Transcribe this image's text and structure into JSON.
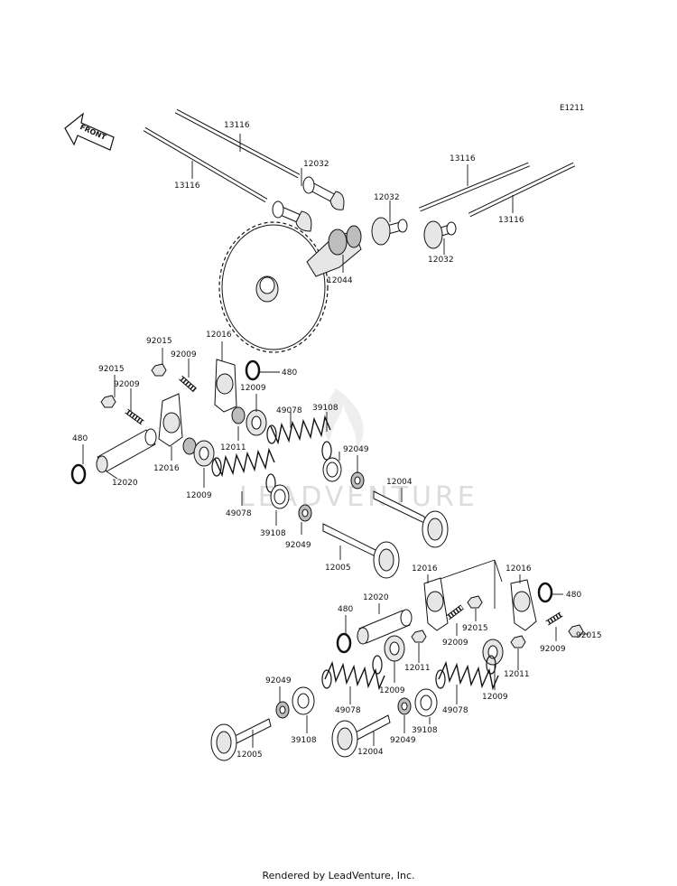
{
  "diagram": {
    "code": "E1211",
    "direction_label": "FRONT",
    "watermark": "LEADVENTURE",
    "footer": "Rendered by LeadVenture, Inc."
  },
  "callouts": {
    "push_rod_a": "13116",
    "push_rod_b": "13116",
    "push_rod_c": "13116",
    "push_rod_d": "13116",
    "lifter_a": "12032",
    "lifter_b": "12032",
    "lifter_c": "12032",
    "camshaft": "12044",
    "arm_upper": "12016",
    "arm_lower": "12016",
    "arm_right_a": "12016",
    "arm_right_b": "12016",
    "nut_a": "92015",
    "nut_b": "92015",
    "nut_c": "92015",
    "nut_d": "92015",
    "screw_a": "92009",
    "screw_b": "92009",
    "screw_c": "92009",
    "screw_d": "92009",
    "circlip_a": "480",
    "circlip_b": "480",
    "circlip_c": "480",
    "circlip_d": "480",
    "shaft_left": "12020",
    "shaft_right": "12020",
    "retainer_a": "12009",
    "retainer_b": "12009",
    "retainer_c": "12009",
    "retainer_d": "12009",
    "collar_a": "12011",
    "collar_b": "12011",
    "collar_c": "12011",
    "spring_a": "49078",
    "spring_b": "49078",
    "spring_c": "49078",
    "spring_d": "49078",
    "washer_a": "39108",
    "washer_b": "39108",
    "washer_c": "39108",
    "washer_d": "39108",
    "seal_a": "92049",
    "seal_b": "92049",
    "seal_c": "92049",
    "seal_d": "92049",
    "valve_in_a": "12004",
    "valve_in_b": "12004",
    "valve_ex_a": "12005",
    "valve_ex_b": "12005"
  }
}
